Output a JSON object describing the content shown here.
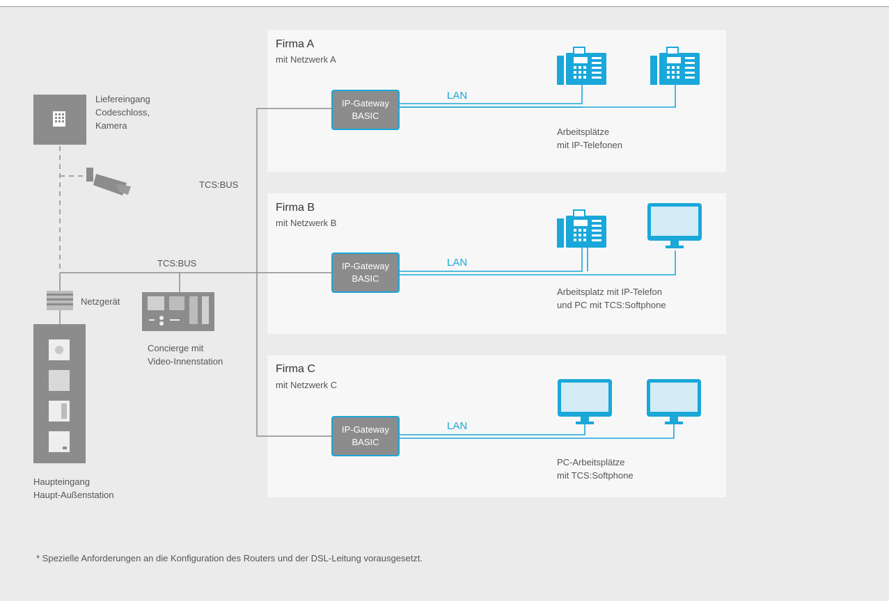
{
  "firms": [
    {
      "title": "Firma A",
      "subtitle": "mit Netzwerk A",
      "gateway": [
        "IP-Gateway",
        "BASIC"
      ],
      "lan": "LAN",
      "caption": [
        "Arbeitsplätze",
        "mit IP-Telefonen"
      ]
    },
    {
      "title": "Firma B",
      "subtitle": "mit Netzwerk B",
      "gateway": [
        "IP-Gateway",
        "BASIC"
      ],
      "lan": "LAN",
      "caption": [
        "Arbeitsplatz mit IP-Telefon",
        "und PC mit TCS:Softphone"
      ]
    },
    {
      "title": "Firma C",
      "subtitle": "mit Netzwerk C",
      "gateway": [
        "IP-Gateway",
        "BASIC"
      ],
      "lan": "LAN",
      "caption": [
        "PC-Arbeitsplätze",
        "mit TCS:Softphone"
      ]
    }
  ],
  "left": {
    "delivery": [
      "Liefereingang",
      "Codeschloss,",
      "Kamera"
    ],
    "bus_vertical": "TCS:BUS",
    "bus_horizontal": "TCS:BUS",
    "power": "Netzgerät",
    "concierge": [
      "Concierge mit",
      "Video-Innenstation"
    ],
    "main_entrance": [
      "Haupteingang",
      "Haupt-Außenstation"
    ]
  },
  "footnote": "* Spezielle Anforderungen an die Konfiguration des Routers und der DSL-Leitung vorausgesetzt.",
  "colors": {
    "accent": "#1aa7d9",
    "background": "#ebebeb",
    "panel": "#f7f7f7",
    "device": "#8c8c8c"
  },
  "icons": [
    "keypad-icon",
    "camera-icon",
    "ip-phone-icon",
    "monitor-icon",
    "power-supply-icon",
    "video-indoor-station-icon",
    "door-station-icon"
  ]
}
